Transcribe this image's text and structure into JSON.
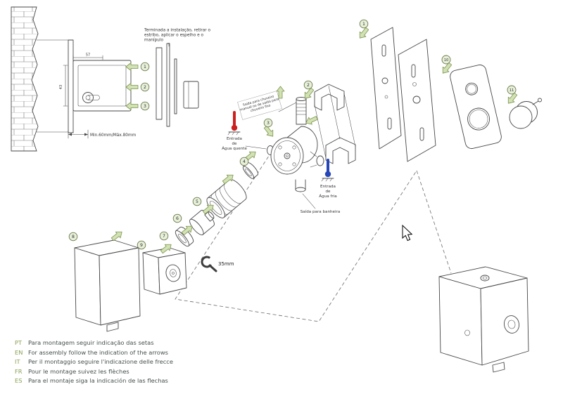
{
  "note": {
    "l1": "Terminada a instalação, retirar o",
    "l2": "estribo, aplicar o espelho e o",
    "l3": "manípulo"
  },
  "wall_section": {
    "depth_range": "Min.60mm/Máx.80mm",
    "dim_width": "57",
    "dim_height": "43"
  },
  "labels": {
    "shower_out_l1": "Saída para chuveiro",
    "shower_out_l2": "manual ou de saída para",
    "shower_out_l3": "chuveiro fixo",
    "hot_l1": "Entrada",
    "hot_l2": "de",
    "hot_l3": "Água quente",
    "cold_l1": "Entrada",
    "cold_l2": "de",
    "cold_l3": "Água fria",
    "tub_out": "Saída para banheira",
    "wrench_size": "35mm"
  },
  "callouts": {
    "n1": "1",
    "n2": "2",
    "n3": "3",
    "n4": "4",
    "n5": "5",
    "n6": "6",
    "n7": "7",
    "n8": "8",
    "n9": "9",
    "n10": "10",
    "n11": "11"
  },
  "instructions": [
    {
      "code": "PT",
      "text": "Para montagem seguir indicação das setas"
    },
    {
      "code": "EN",
      "text": "For assembly follow the indication of the arrows"
    },
    {
      "code": "IT",
      "text": "Per il montaggio seguire l'indicazione delle frecce"
    },
    {
      "code": "FR",
      "text": "Pour le montage suivez les flèches"
    },
    {
      "code": "ES",
      "text": "Para el montaje siga la indicación de las flechas"
    }
  ],
  "icons": {
    "hot_inlet": "thermometer-hot-icon",
    "cold_inlet": "thermometer-cold-icon",
    "wrench": "wrench-icon",
    "assembly_arrow": "green-arrow-icon",
    "cursor": "mouse-pointer-icon"
  },
  "colors": {
    "accent": "#8aa052",
    "arrowFill": "#d3e2b4",
    "arrowStroke": "#7a944f",
    "hot": "#cc2020",
    "cold": "#2747b8",
    "line": "#474747",
    "calloutFill": "#e9f0da",
    "calloutStroke": "#66784a"
  }
}
